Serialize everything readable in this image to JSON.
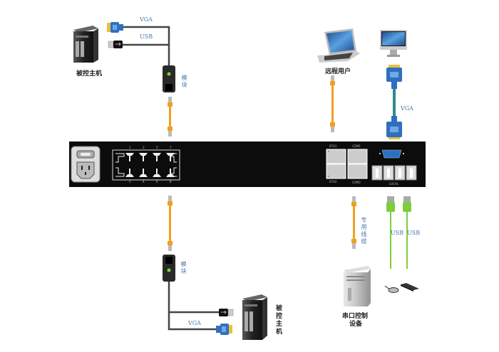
{
  "diagram": {
    "top_left": {
      "host_label": "被控主机",
      "vga_label": "VGA",
      "usb_label": "USB",
      "module_label": "模块"
    },
    "bottom_left": {
      "host_label": "被控主机",
      "vga_label": "VGA",
      "module_label": "模块"
    },
    "remote_user": {
      "label": "远程用户"
    },
    "local_monitor": {
      "vga_label": "VGA"
    },
    "serial_device": {
      "label_line1": "串口控制",
      "label_line2": "设备",
      "cable_label": "专用线缆"
    },
    "local_usb": {
      "usb_label_1": "USB",
      "usb_label_2": "USB"
    },
    "switch": {
      "ports_top": [
        "1",
        "3",
        "5",
        "7"
      ],
      "ports_bottom": [
        "2",
        "4",
        "6",
        "8"
      ],
      "eth1": "ETH1",
      "eth2": "ETH2",
      "com1": "COM1",
      "com2": "COM2",
      "local": "LOCAL"
    },
    "colors": {
      "cable_orange": "#f0a020",
      "cable_green": "#7ccf3a",
      "cable_teal": "#2f8a8a",
      "vga_blue": "#2f6fc0",
      "panel_black": "#0c0c0c",
      "label_blue": "#4a78a8"
    }
  }
}
